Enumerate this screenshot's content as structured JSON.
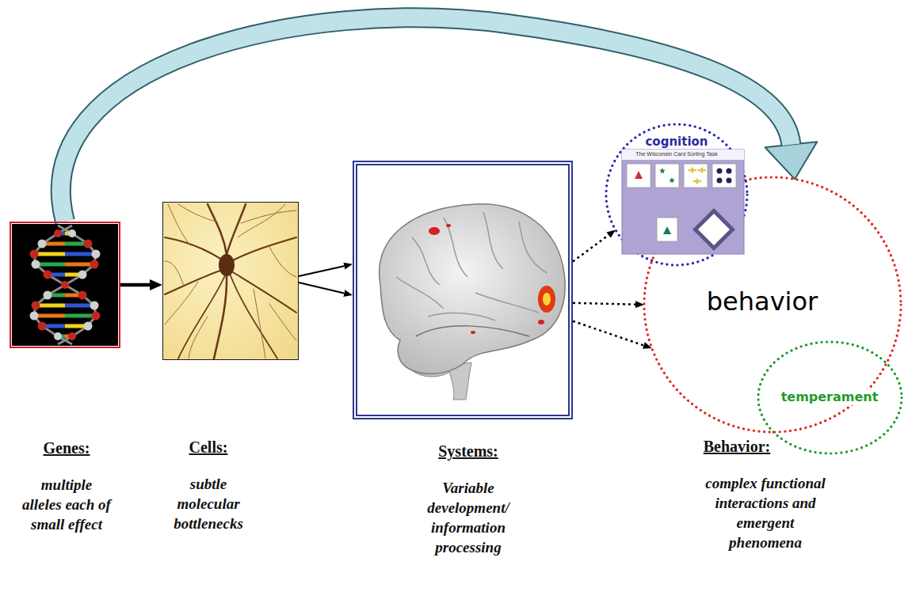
{
  "diagram": {
    "nodes": [
      {
        "text": [
          "Genes:",
          "multiple alleles each of small effect"
        ]
      },
      {
        "text": [
          "Cells:",
          "subtle molecular bottlenecks"
        ]
      },
      {
        "text": [
          "Systems:",
          "Variable development/ information processing"
        ]
      },
      {
        "text": [
          "behavior",
          "Behavior:",
          "complex functional interactions and emergent phenomena"
        ]
      },
      {
        "text": [
          "cognition",
          "The Wisconsin Card Sorting Task"
        ]
      },
      {
        "text": [
          "temperament"
        ]
      }
    ],
    "edges": [
      {
        "from": 0,
        "to": 1,
        "arrow": "to"
      },
      {
        "from": 1,
        "to": 2,
        "arrow": "to"
      },
      {
        "from": 1,
        "to": 2,
        "arrow": "to"
      },
      {
        "from": 2,
        "to": 4,
        "arrow": "to"
      },
      {
        "from": 2,
        "to": 3,
        "arrow": "to"
      },
      {
        "from": 2,
        "to": 3,
        "arrow": "to"
      },
      {
        "from": 0,
        "to": 3,
        "arrow": "to"
      }
    ]
  }
}
